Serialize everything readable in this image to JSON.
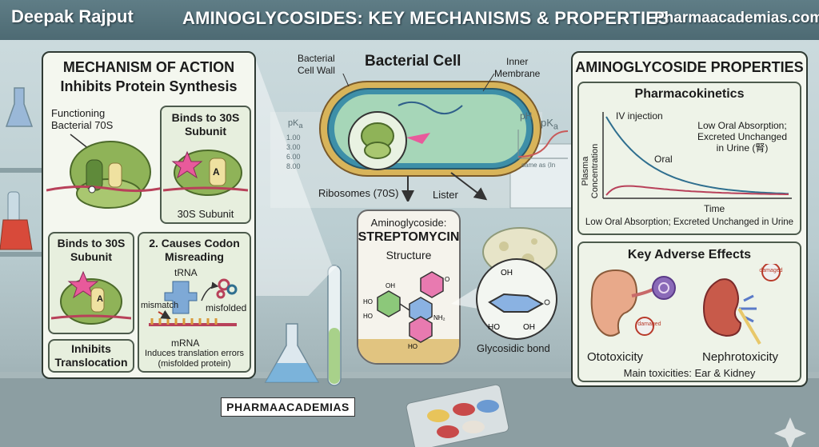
{
  "header": {
    "author": "Deepak Rajput",
    "title": "AMINOGLYCOSIDES: KEY MECHANISMS & PROPERTIES",
    "site": "Pharmaacademias.com"
  },
  "mechanism": {
    "heading": "MECHANISM OF ACTION",
    "subheading": "Inhibits Protein Synthesis",
    "ribosome_label_1": "Functioning",
    "ribosome_label_2": "Bacterial 70S",
    "binds_title_1": "Binds to 30S",
    "binds_title_2": "Subunit",
    "site_letter": "A",
    "subunit_caption": "30S Subunit",
    "left_box_title_1": "Binds to 30S",
    "left_box_title_2": "Subunit",
    "left_site_letter": "A",
    "codon_title_1": "2. Causes Codon",
    "codon_title_2": "Misreading",
    "trna": "tRNA",
    "mismatch": "mismatch",
    "misfolded": "misfolded",
    "mrna": "mRNA",
    "errors_1": "Induces translation errors",
    "errors_2": "(misfolded protein)",
    "translocation_1": "Inhibits",
    "translocation_2": "Translocation"
  },
  "cell": {
    "title": "Bacterial Cell",
    "wall_1": "Bacterial",
    "wall_2": "Cell Wall",
    "membrane_1": "Inner",
    "membrane_2": "Membrane",
    "ribosomes": "Ribosomes (70S)",
    "lister": "Lister"
  },
  "drug": {
    "label": "Aminoglycoside:",
    "name": "STREPTOMYCIN",
    "structure": "Structure",
    "glycosidic": "Glycosidic bond"
  },
  "chalk": {
    "pk1": "pK",
    "pk1_sub": "a",
    "rows": [
      "1.00",
      "3.00",
      "6.00",
      "8.00"
    ],
    "ph": "pH",
    "pk2": "pK",
    "pk2_sub": "a",
    "same": "same as ⟨In"
  },
  "properties": {
    "heading": "AMINOGLYCOSIDE PROPERTIES",
    "pk_title": "Pharmacokinetics",
    "y_axis": "Plasma Concentration",
    "x_axis": "Time",
    "iv": "IV injection",
    "oral": "Oral",
    "note_1": "Low Oral Absorption;",
    "note_2": "Excreted Unchanged",
    "note_3": "in Urine (腎)",
    "footer": "Low Oral Absorption; Excreted Unchanged in Urine",
    "adverse_title": "Key Adverse Effects",
    "damaged_1": "damaged",
    "damaged_2": "damaged",
    "ototox": "Ototoxicity",
    "nephrotox": "Nephrotoxicity",
    "main_tox": "Main toxicities: Ear & Kidney"
  },
  "watermark": "PHARMAACADEMIAS",
  "colors": {
    "ribosome_green": "#7fa44e",
    "accent_pink": "#e85a9b",
    "iv_curve": "#2f6f8f",
    "oral_curve": "#b8415a",
    "cell_wall": "#d8b45a",
    "cell_body": "#8cc7a0"
  }
}
